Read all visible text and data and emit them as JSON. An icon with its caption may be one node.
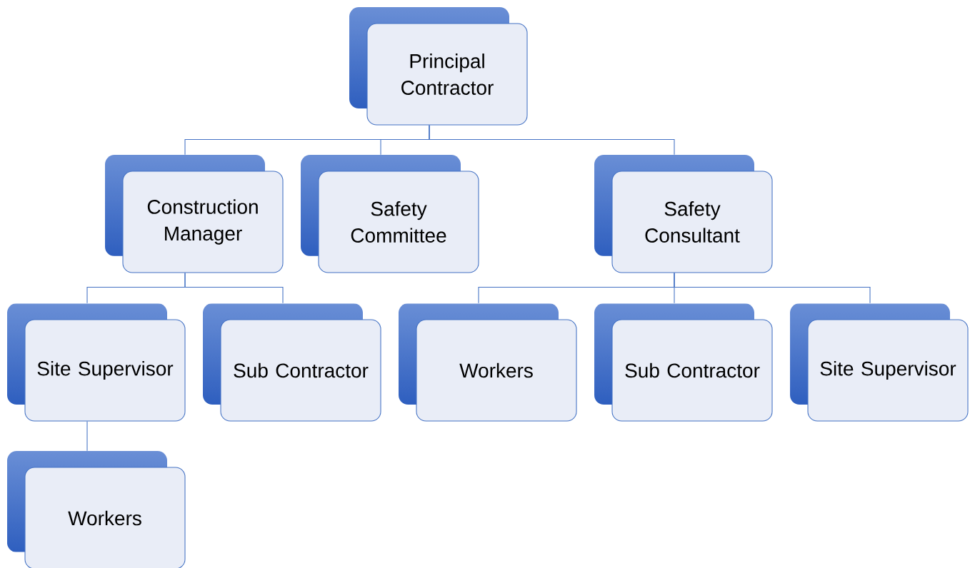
{
  "diagram": {
    "nodes": [
      {
        "text": [
          "Principal Contractor"
        ]
      },
      {
        "text": [
          "Construction Manager"
        ]
      },
      {
        "text": [
          "Safety Committee"
        ]
      },
      {
        "text": [
          "Safety Consultant"
        ]
      },
      {
        "text": [
          "Site Supervisor"
        ]
      },
      {
        "text": [
          "Sub Contractor"
        ]
      },
      {
        "text": [
          "Workers"
        ]
      },
      {
        "text": [
          "Sub Contractor"
        ]
      },
      {
        "text": [
          "Site Supervisor"
        ]
      },
      {
        "text": [
          "Workers"
        ]
      }
    ],
    "edges": [
      {
        "from": 0,
        "to": 1,
        "arrow": "none"
      },
      {
        "from": 0,
        "to": 2,
        "arrow": "none"
      },
      {
        "from": 0,
        "to": 3,
        "arrow": "none"
      },
      {
        "from": 1,
        "to": 4,
        "arrow": "none"
      },
      {
        "from": 1,
        "to": 5,
        "arrow": "none"
      },
      {
        "from": 3,
        "to": 6,
        "arrow": "none"
      },
      {
        "from": 3,
        "to": 7,
        "arrow": "none"
      },
      {
        "from": 3,
        "to": 8,
        "arrow": "none"
      },
      {
        "from": 4,
        "to": 9,
        "arrow": "none"
      }
    ]
  }
}
